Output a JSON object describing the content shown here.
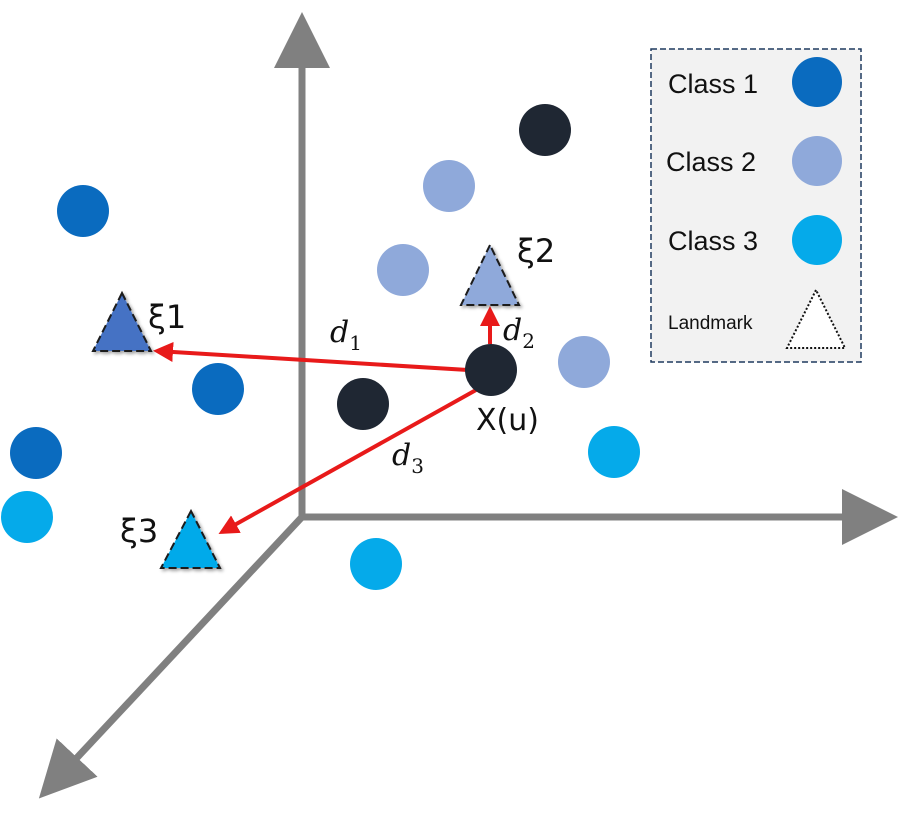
{
  "colors": {
    "class1": "#0a6bbf",
    "class2": "#8fa9da",
    "class3": "#05aaea",
    "query": "#1f2733",
    "axis": "#808080",
    "arrow": "#e81a1a",
    "landmark1": "#4472c4",
    "legend_bg": "#f2f2f2",
    "legend_border": "#1f3a5f"
  },
  "diagram": {
    "query_label": "X(u)",
    "landmarks": [
      {
        "label": "ξ1",
        "class": "class1"
      },
      {
        "label": "ξ2",
        "class": "class2"
      },
      {
        "label": "ξ3",
        "class": "class3"
      }
    ],
    "distances": [
      {
        "label": "d",
        "sub": "1",
        "to": "ξ1"
      },
      {
        "label": "d",
        "sub": "2",
        "to": "ξ2"
      },
      {
        "label": "d",
        "sub": "3",
        "to": "ξ3"
      }
    ]
  },
  "legend": {
    "items": [
      {
        "label": "Class 1",
        "class": "class1"
      },
      {
        "label": "Class 2",
        "class": "class2"
      },
      {
        "label": "Class 3",
        "class": "class3"
      },
      {
        "label": "Landmark",
        "class": "landmark"
      }
    ]
  }
}
